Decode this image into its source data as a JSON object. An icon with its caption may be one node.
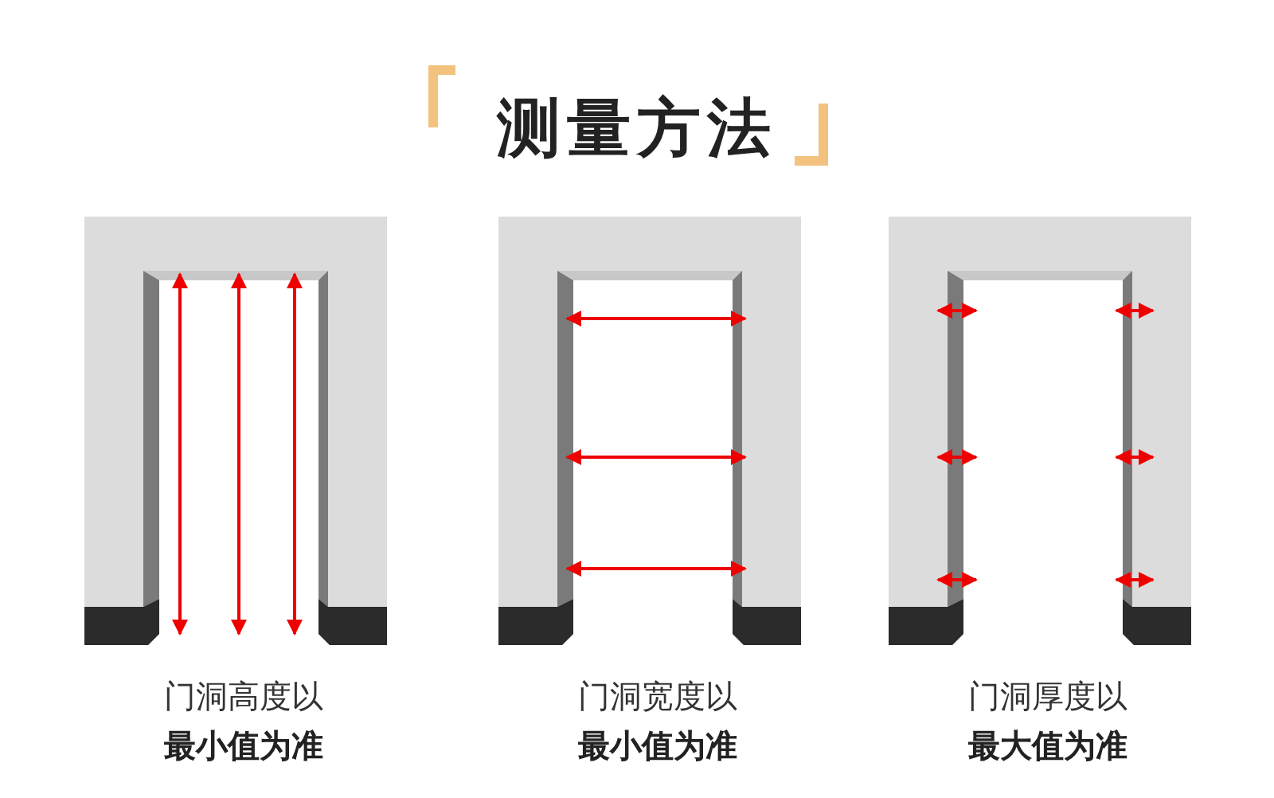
{
  "diagram": {
    "title": "测量方法",
    "labels": [
      "门洞高度以",
      "最小值为准",
      "门洞宽度以",
      "最小值为准",
      "门洞厚度以",
      "最大值为准"
    ]
  }
}
